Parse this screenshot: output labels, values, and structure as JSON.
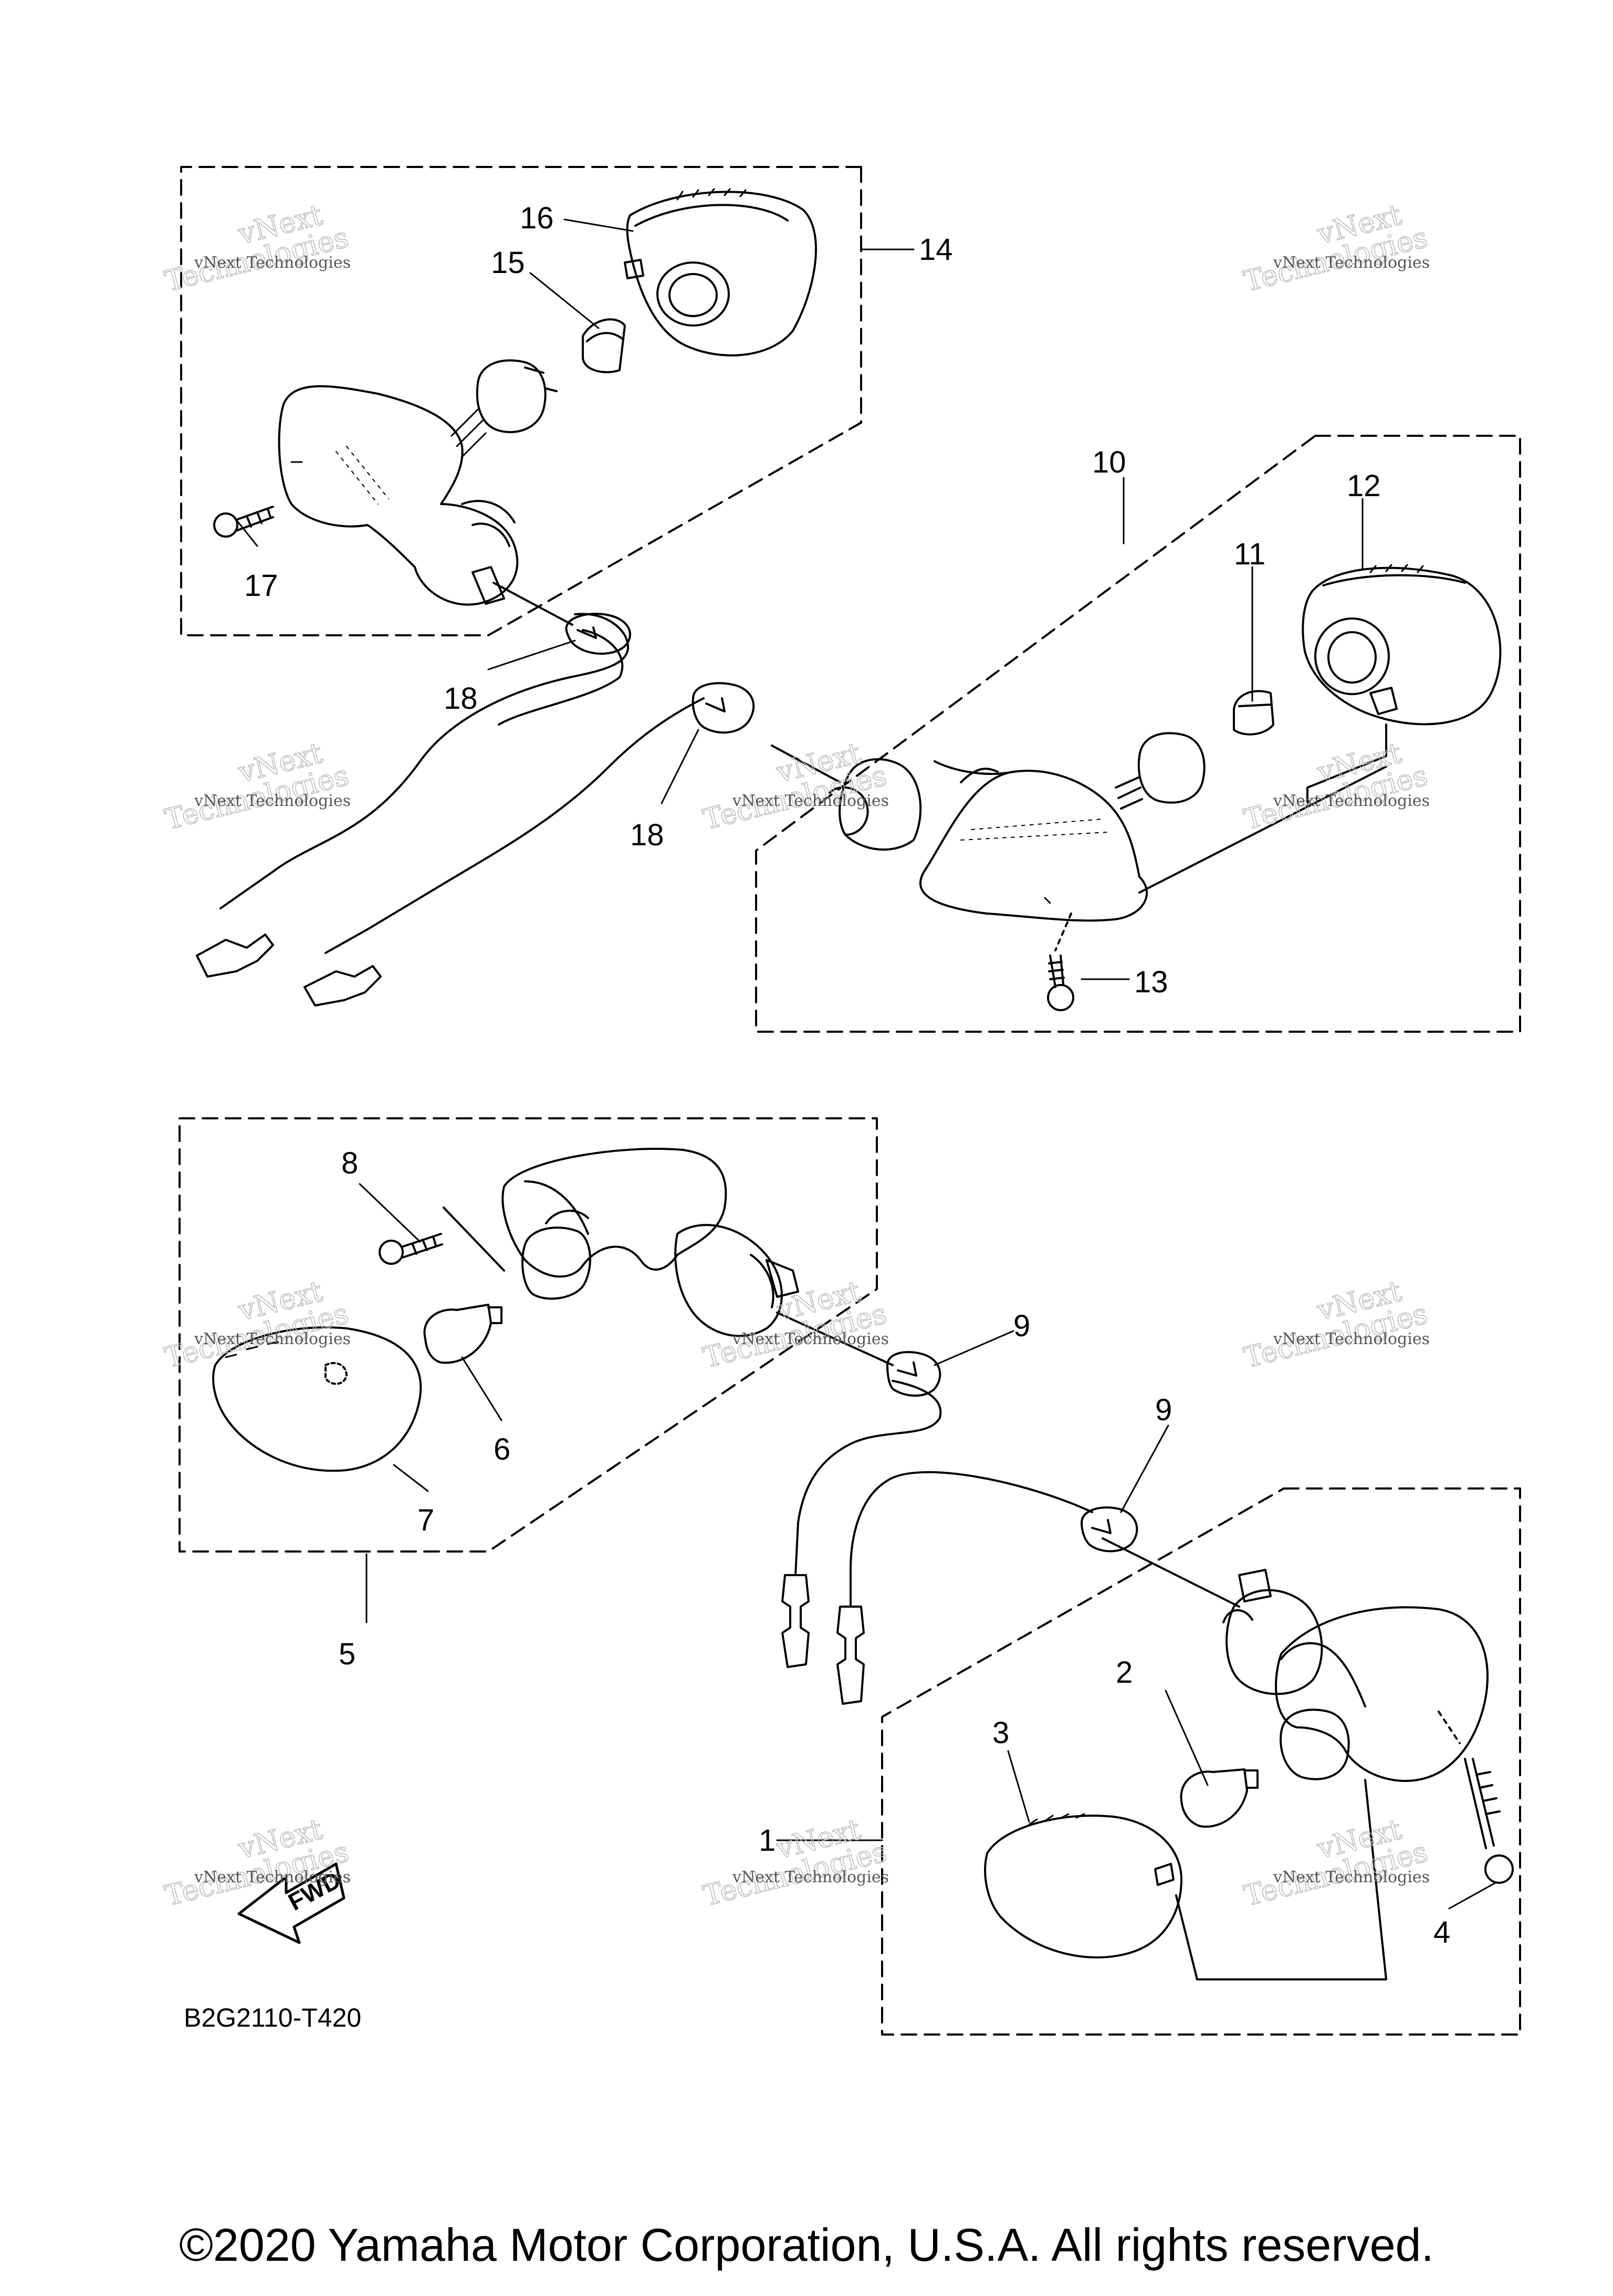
{
  "diagram": {
    "callouts": [
      "1",
      "2",
      "3",
      "4",
      "5",
      "6",
      "7",
      "8",
      "9",
      "9",
      "10",
      "11",
      "12",
      "13",
      "14",
      "15",
      "16",
      "17",
      "18",
      "18"
    ],
    "diagram_code": "B2G2110-T420",
    "fwd_label": "FWD",
    "watermark": {
      "line1": "vNext Technologies",
      "line2": "vNext",
      "line3": "Technologies"
    }
  },
  "footer": {
    "copyright": "©2020 Yamaha Motor Corporation, U.S.A. All rights reserved."
  }
}
